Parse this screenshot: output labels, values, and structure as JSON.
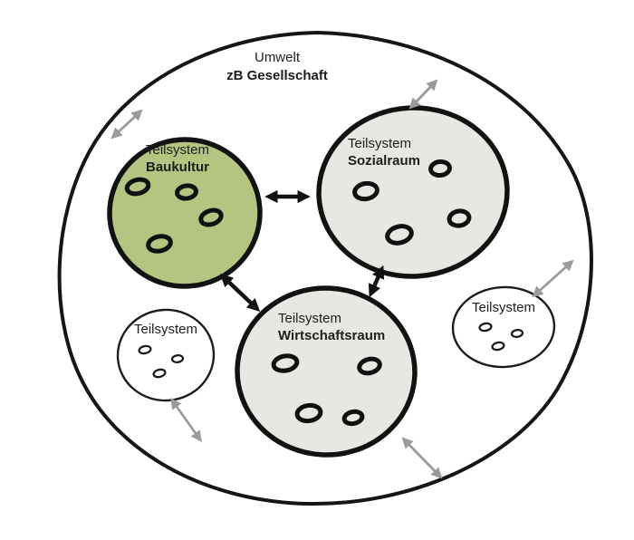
{
  "environment": {
    "label": "Umwelt",
    "sublabel": "zB Gesellschaft"
  },
  "subsystems": {
    "baukultur": {
      "type_label": "Teilsystem",
      "name": "Baukultur"
    },
    "sozialraum": {
      "type_label": "Teilsystem",
      "name": "Sozialraum"
    },
    "wirtschaftsraum": {
      "type_label": "Teilsystem",
      "name": "Wirtschaftsraum"
    },
    "small_left": {
      "type_label": "Teilsystem"
    },
    "small_right": {
      "type_label": "Teilsystem"
    }
  },
  "relations": {
    "internal_black_arrows": [
      "Baukultur <-> Sozialraum",
      "Baukultur <-> Wirtschaftsraum",
      "Sozialraum <-> Wirtschaftsraum"
    ],
    "boundary_gray_arrows": [
      "top-left boundary exchange",
      "top-right boundary exchange",
      "right boundary exchange",
      "bottom-right boundary exchange",
      "bottom-left boundary exchange"
    ]
  },
  "colors": {
    "baukultur_fill": "#b3c581",
    "subsystem_fill": "#e8e8e2",
    "small_fill": "#ffffff",
    "ink": "#161616",
    "gray_arrow": "#9b9b9b",
    "background": "#ffffff"
  }
}
